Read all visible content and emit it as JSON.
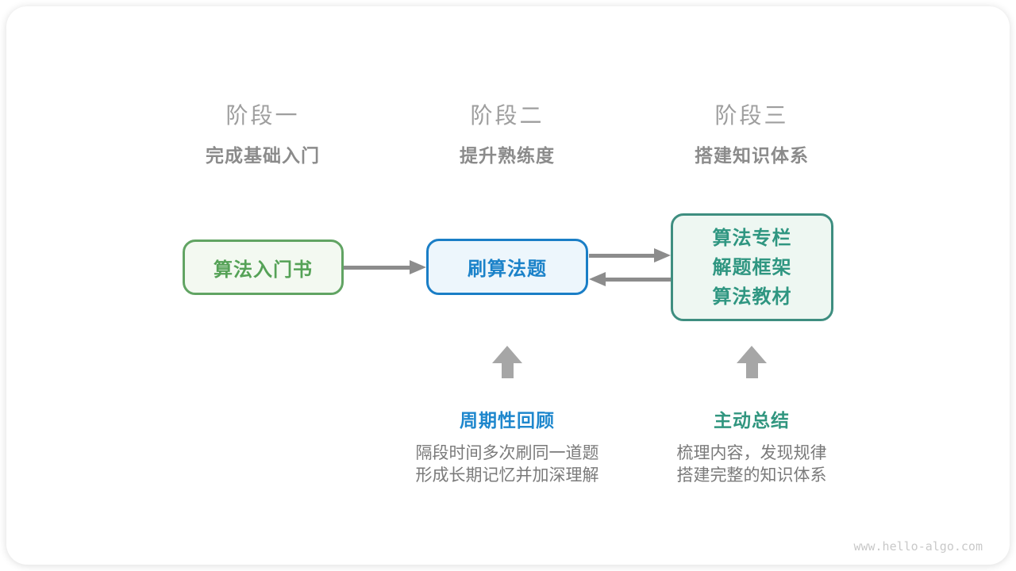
{
  "diagram": {
    "stages": [
      {
        "title": "阶段一",
        "subtitle": "完成基础入门"
      },
      {
        "title": "阶段二",
        "subtitle": "提升熟练度"
      },
      {
        "title": "阶段三",
        "subtitle": "搭建知识体系"
      }
    ],
    "boxes": [
      {
        "label": "算法入门书"
      },
      {
        "label": "刷算法题"
      },
      {
        "lines": [
          "算法专栏",
          "解题框架",
          "算法教材"
        ]
      }
    ],
    "annotations": [
      {
        "label": "周期性回顾",
        "desc": [
          "隔段时间多次刷同一道题",
          "形成长期记忆并加深理解"
        ]
      },
      {
        "label": "主动总结",
        "desc": [
          "梳理内容，发现规律",
          "搭建完整的知识体系"
        ]
      }
    ],
    "watermark": "www.hello-algo.com",
    "colors": {
      "green_border": "#61a463",
      "green_text": "#55a257",
      "green_fill": "#f3f9f1",
      "blue_border": "#1a7ec6",
      "blue_text": "#1b82c9",
      "blue_fill": "#edf6fc",
      "teal_border": "#3e8e80",
      "teal_text": "#2f9681",
      "teal_fill": "#eef7f2",
      "arrow_gray": "#8c8c8c",
      "up_arrow_gray": "#a6a6a6",
      "stage_title_gray": "#9e9e9e",
      "stage_subtitle_gray": "#8b8b8b",
      "desc_gray": "#7a7a7a",
      "watermark_gray": "#c9c9c9"
    }
  }
}
